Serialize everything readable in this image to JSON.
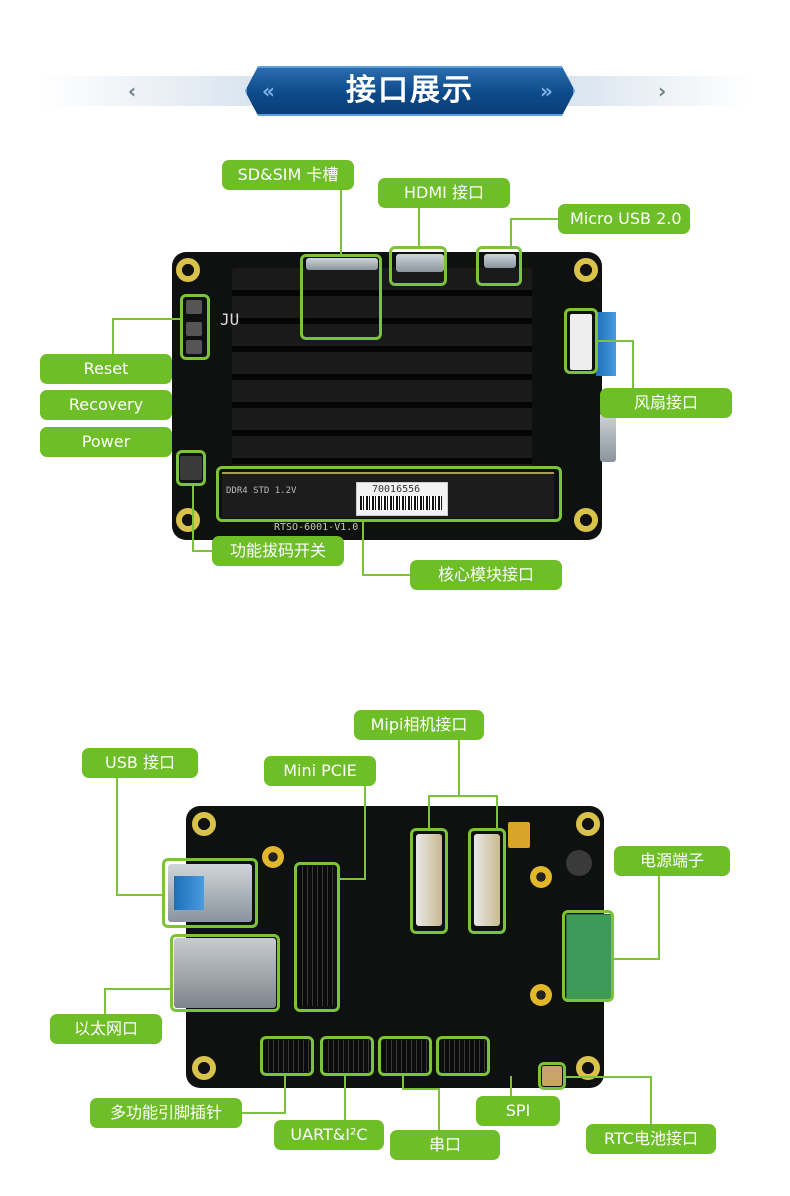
{
  "header": {
    "title": "接口展示"
  },
  "board_top": {
    "labels": {
      "sd_sim": "SD&SIM 卡槽",
      "hdmi": "HDMI 接口",
      "micro_usb": "Micro USB 2.0",
      "reset": "Reset",
      "recovery": "Recovery",
      "power": "Power",
      "fan": "风扇接口",
      "dip_switch": "功能拔码开关",
      "core_module": "核心模块接口"
    },
    "silk_module_text": "DDR4 STD 1.2V",
    "silk_board_text": "RTSO-6001-V1.0",
    "sticker_code": "70016556"
  },
  "board_bottom": {
    "labels": {
      "usb": "USB 接口",
      "mini_pcie": "Mini PCIE",
      "mipi": "Mipi相机接口",
      "power_terminal": "电源端子",
      "ethernet": "以太网口",
      "multi_pin": "多功能引脚插针",
      "uart_i2c": "UART&I²C",
      "serial": "串口",
      "spi": "SPI",
      "rtc": "RTC电池接口"
    }
  },
  "colors": {
    "accent": "#6ebe28",
    "banner": "#0d4a8a",
    "pcb": "#0f1010"
  }
}
